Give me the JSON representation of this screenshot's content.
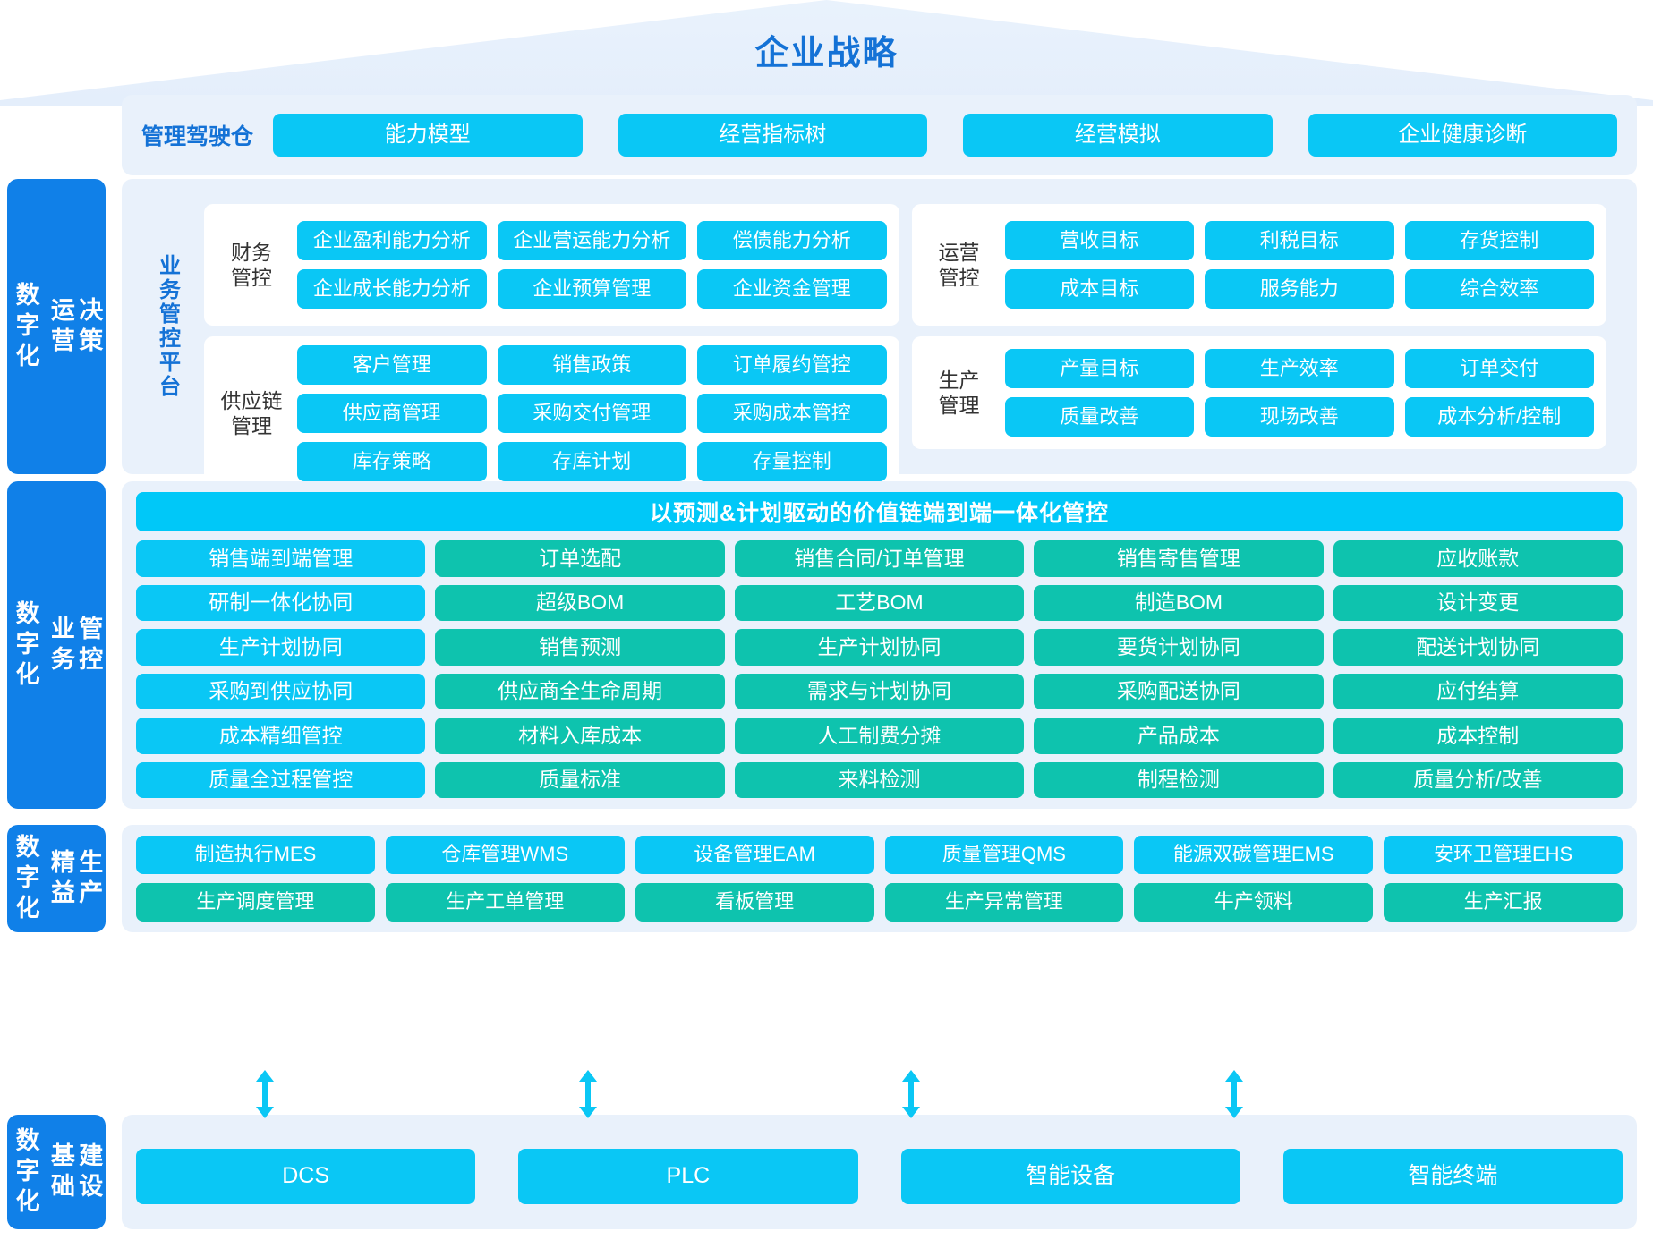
{
  "roof": {
    "title": "企业战略"
  },
  "sidebar": [
    {
      "id": "ops-decision",
      "label": "数字化\n运营\n决策"
    },
    {
      "id": "biz-control",
      "label": "数字化\n业务\n管控"
    },
    {
      "id": "lean-prod",
      "label": "数字化\n精益\n生产"
    },
    {
      "id": "infra",
      "label": "数字化\n基础\n建设"
    }
  ],
  "cockpit": {
    "label": "管理驾驶仓",
    "items": [
      "能力模型",
      "经营指标树",
      "经营模拟",
      "企业健康诊断"
    ]
  },
  "business_platform": {
    "vertical_label": "业务管控平台",
    "groups": [
      {
        "id": "finance",
        "name": "财务\n管控",
        "items": [
          "企业盈利能力分析",
          "企业营运能力分析",
          "偿债能力分析",
          "企业成长能力分析",
          "企业预算管理",
          "企业资金管理"
        ]
      },
      {
        "id": "supply-chain",
        "name": "供应链\n管理",
        "items": [
          "客户管理",
          "销售政策",
          "订单履约管控",
          "供应商管理",
          "采购交付管理",
          "采购成本管控",
          "库存策略",
          "存库计划",
          "存量控制"
        ]
      },
      {
        "id": "operation",
        "name": "运营\n管控",
        "items": [
          "营收目标",
          "利税目标",
          "存货控制",
          "成本目标",
          "服务能力",
          "综合效率"
        ]
      },
      {
        "id": "production",
        "name": "生产\n管理",
        "items": [
          "产量目标",
          "生产效率",
          "订单交付",
          "质量改善",
          "现场改善",
          "成本分析/控制"
        ]
      }
    ]
  },
  "business_control": {
    "banner": "以预测&计划驱动的价值链端到端一体化管控",
    "rows": [
      [
        "销售端到端管理",
        "订单选配",
        "销售合同/订单管理",
        "销售寄售管理",
        "应收账款"
      ],
      [
        "研制一体化协同",
        "超级BOM",
        "工艺BOM",
        "制造BOM",
        "设计变更"
      ],
      [
        "生产计划协同",
        "销售预测",
        "生产计划协同",
        "要货计划协同",
        "配送计划协同"
      ],
      [
        "采购到供应协同",
        "供应商全生命周期",
        "需求与计划协同",
        "采购配送协同",
        "应付结算"
      ],
      [
        "成本精细管控",
        "材料入库成本",
        "人工制费分摊",
        "产品成本",
        "成本控制"
      ],
      [
        "质量全过程管控",
        "质量标准",
        "来料检测",
        "制程检测",
        "质量分析/改善"
      ]
    ]
  },
  "lean_production": {
    "rows": [
      [
        "制造执行MES",
        "仓库管理WMS",
        "设备管理EAM",
        "质量管理QMS",
        "能源双碳管理EMS",
        "安环卫管理EHS"
      ],
      [
        "生产调度管理",
        "生产工单管理",
        "看板管理",
        "生产异常管理",
        "牛产领料",
        "生产汇报"
      ]
    ]
  },
  "infrastructure": {
    "items": [
      "DCS",
      "PLC",
      "智能设备",
      "智能终端"
    ]
  },
  "colors": {
    "cyan": "#0ac7f5",
    "teal": "#0ec3ae",
    "brand_blue": "#1080e8",
    "title_blue": "#1472d6",
    "panel_bg": "#e9f1fb"
  }
}
